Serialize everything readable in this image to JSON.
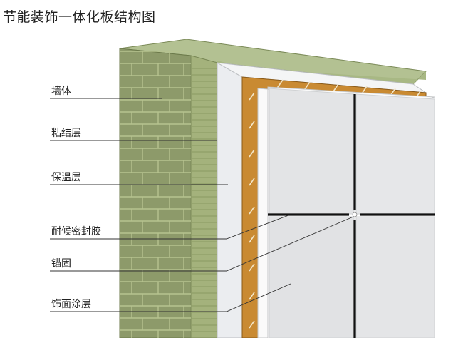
{
  "title": "节能装饰一体化板结构图",
  "labels": {
    "wall": "墙体",
    "adhesive": "粘结层",
    "insulation": "保温层",
    "sealant": "耐候密封胶",
    "anchor": "锚固",
    "coating": "饰面涂层"
  },
  "colors": {
    "wall_front": "#8d9a6a",
    "wall_side": "#a8b884",
    "wall_top": "#b3c192",
    "adhesive_layer": "#e9ecef",
    "insulation_layer": "#c98a32",
    "panel": "#e3e4e6",
    "joint": "#111111"
  }
}
